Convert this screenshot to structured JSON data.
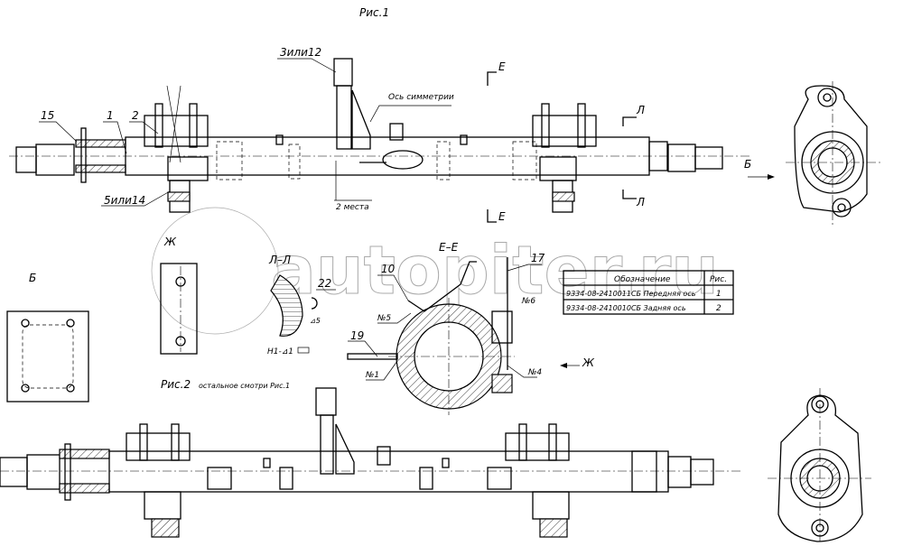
{
  "figure1": {
    "title": "Рис.1",
    "callout_3or12": "3или12",
    "callout_symmetry": "Ось симметрии",
    "callout_15": "15",
    "callout_1": "1",
    "callout_2": "2",
    "callout_5or14": "5или14",
    "callout_2places": "2 места",
    "section_e_top": "Е",
    "section_e_bottom": "Е",
    "section_l_top": "Л",
    "section_l_bottom": "Л",
    "view_b_arrow": "Б"
  },
  "details": {
    "view_b_label": "Б",
    "view_zh_label": "Ж",
    "section_ll_title": "Л–Л",
    "callout_22": "22",
    "weld_size": "⊿5",
    "weld_note": "Н1-⊿1",
    "section_ee_title": "Е–Е",
    "callout_10": "10",
    "callout_17": "17",
    "mark_n6": "№6",
    "mark_n5": "№5",
    "callout_19": "19",
    "mark_n1": "№1",
    "mark_n4": "№4",
    "view_zh_arrow": "Ж"
  },
  "figure2": {
    "title": "Рис.2",
    "note": "остальное смотри Рис.1"
  },
  "table": {
    "headers": [
      "Обозначение",
      "Рис."
    ],
    "rows": [
      [
        "9334-08-2410011СБ Передняя ось",
        "1"
      ],
      [
        "9334-08-2410010СБ Задняя ось",
        "2"
      ]
    ]
  },
  "watermark": "autopiter.ru"
}
